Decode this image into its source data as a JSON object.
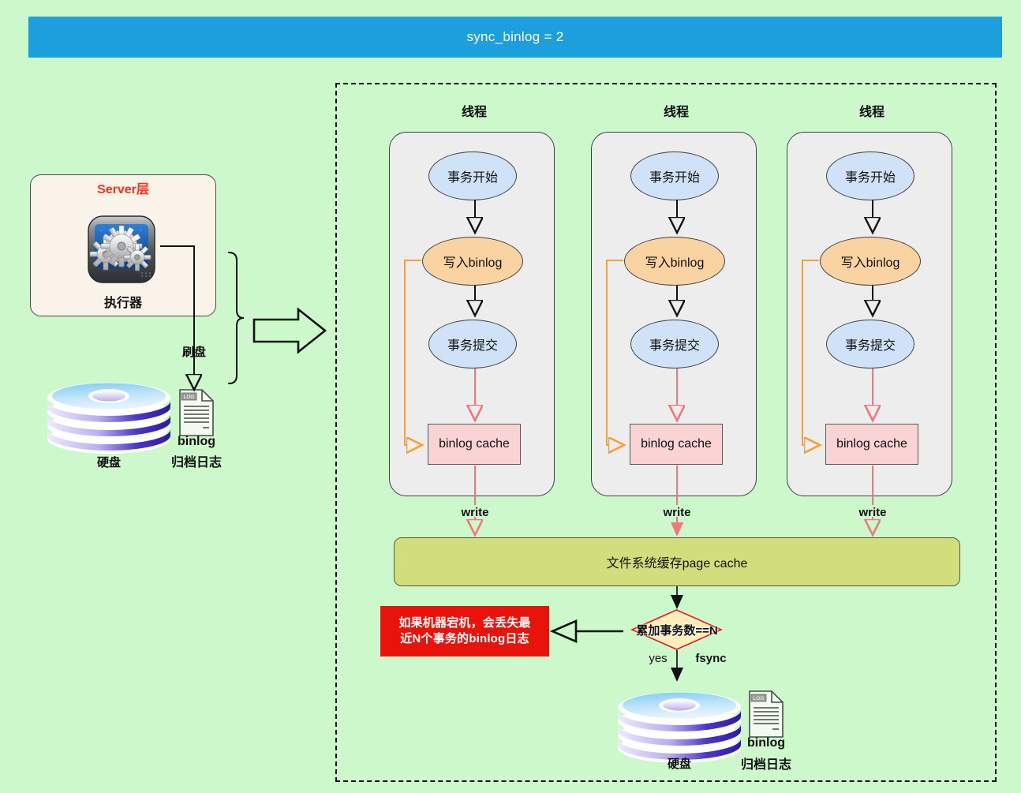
{
  "title_bar": {
    "text": "sync_binlog = 2",
    "bg": "#1d9fdd",
    "color": "#ffffff"
  },
  "page": {
    "background": "#ccf8cc"
  },
  "server_section": {
    "panel_title": "Server层",
    "panel_title_color": "#ff2d1a",
    "executor_label": "执行器",
    "executor_icon": "gear-settings-icon",
    "flush_label": "刷盘",
    "disk_label": "硬盘",
    "disk_icon": "disk-stack-icon",
    "binlog_doc_icon": "log-document-icon",
    "binlog_line1": "binlog",
    "binlog_line2": "归档日志",
    "brace_icon": "curly-brace-icon",
    "transition_arrow_icon": "block-arrow-right-icon"
  },
  "threads": [
    {
      "header": "线程",
      "start": "事务开始",
      "write_binlog": "写入binlog",
      "commit": "事务提交",
      "cache": "binlog cache",
      "write_label": "write"
    },
    {
      "header": "线程",
      "start": "事务开始",
      "write_binlog": "写入binlog",
      "commit": "事务提交",
      "cache": "binlog cache",
      "write_label": "write"
    },
    {
      "header": "线程",
      "start": "事务开始",
      "write_binlog": "写入binlog",
      "commit": "事务提交",
      "cache": "binlog cache",
      "write_label": "write"
    }
  ],
  "page_cache": {
    "label": "文件系统缓存page cache",
    "bg": "#d2de7c"
  },
  "decision": {
    "label": "累加事务数==N",
    "yes_label": "yes",
    "fsync_label": "fsync",
    "fill": "#ffeeba",
    "stroke": "#e01b1b"
  },
  "warning": {
    "line1": "如果机器宕机，会丢失最",
    "line2": "近N个事务的binlog日志",
    "bg": "#e8140c",
    "color": "#ffffff",
    "arrow_icon": "block-arrow-left-icon"
  },
  "bottom_storage": {
    "disk_label": "硬盘",
    "disk_icon": "disk-stack-icon",
    "binlog_doc_icon": "log-document-icon",
    "binlog_line1": "binlog",
    "binlog_line2": "归档日志"
  },
  "colors": {
    "ellipse_blue": "#cfe2f7",
    "ellipse_orange": "#fad3a2",
    "cache_pink": "#fad4d4",
    "thread_panel": "#ededed",
    "server_panel": "#faf3ea",
    "arrow_black": "#111111",
    "arrow_pink": "#f4767a",
    "arrow_orange": "#f5a033"
  }
}
